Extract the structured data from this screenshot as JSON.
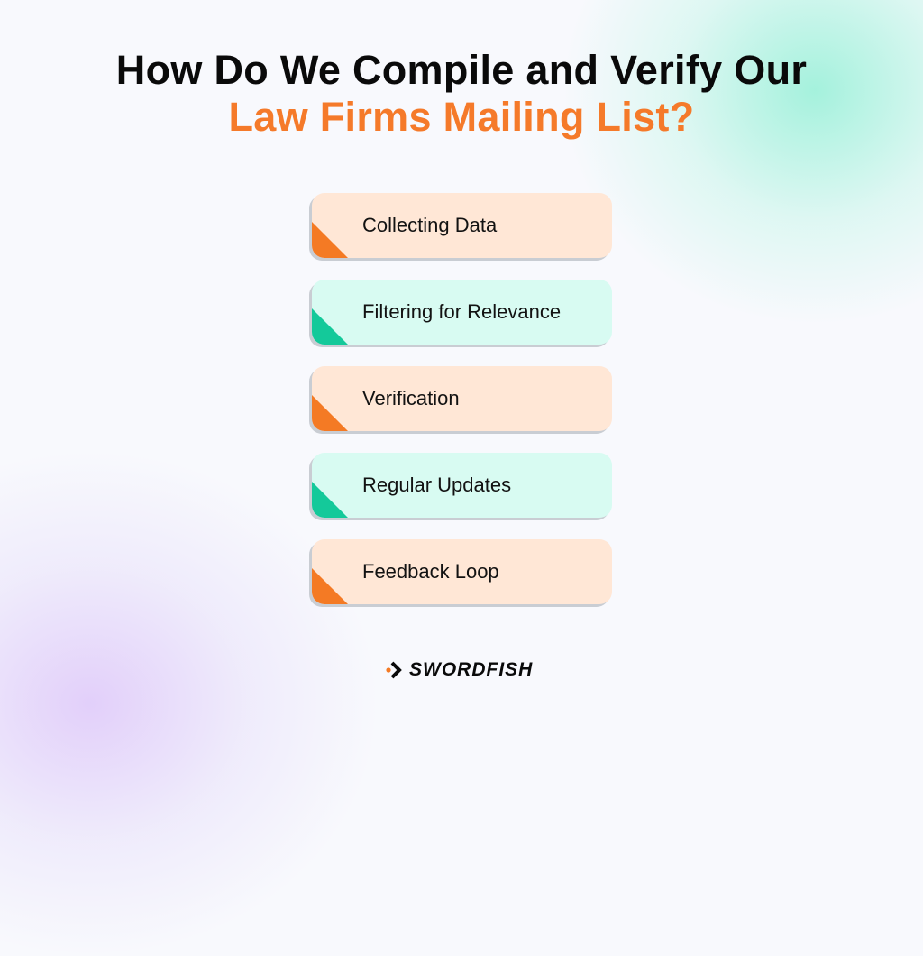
{
  "title": {
    "line1": "How Do We Compile and Verify Our",
    "line2": "Law Firms Mailing List?"
  },
  "colors": {
    "accent_orange": "#f47a24",
    "accent_teal": "#14c99a",
    "card_orange_bg": "#ffe7d6",
    "card_teal_bg": "#d8fbf2"
  },
  "steps": [
    {
      "label": "Collecting Data",
      "variant": "orange"
    },
    {
      "label": "Filtering for Relevance",
      "variant": "teal"
    },
    {
      "label": "Verification",
      "variant": "orange"
    },
    {
      "label": "Regular Updates",
      "variant": "teal"
    },
    {
      "label": "Feedback Loop",
      "variant": "orange"
    }
  ],
  "brand": {
    "name": "SWORDFISH",
    "icon": "chevron-right-icon"
  }
}
